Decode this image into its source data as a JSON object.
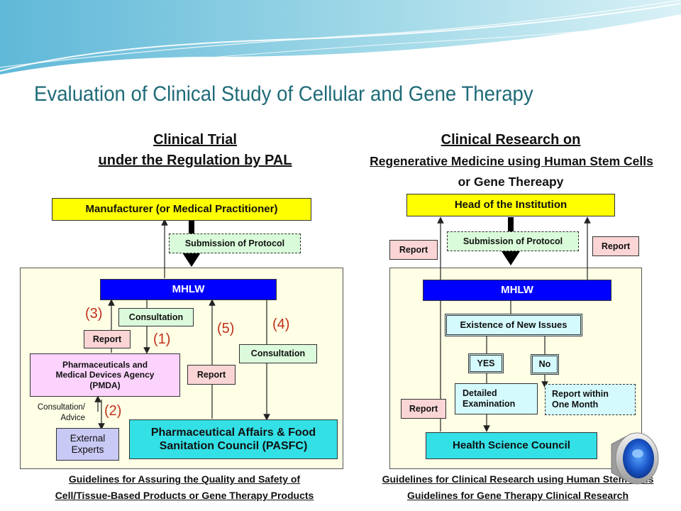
{
  "slide_title": "Evaluation of Clinical Study of Cellular and Gene Therapy",
  "left": {
    "heading_line1": "Clinical Trial",
    "heading_line2": "under the Regulation by PAL",
    "manufacturer": "Manufacturer (or Medical Practitioner)",
    "submission": "Submission of Protocol",
    "mhlw": "MHLW",
    "consultation_top": "Consultation",
    "consultation_right": "Consultation",
    "report_pmda": "Report",
    "report_pasfc": "Report",
    "pmda_line1": "Pharmaceuticals and",
    "pmda_line2": "Medical Devices Agency",
    "pmda_line3": "(PMDA)",
    "consultation_advice_line1": "Consultation/",
    "consultation_advice_line2": "Advice",
    "external_line1": "External",
    "external_line2": "Experts",
    "pasfc_line1": "Pharmaceutical Affairs & Food",
    "pasfc_line2": "Sanitation Council (PASFC)",
    "num1": "(1)",
    "num2": "(2)",
    "num3": "(3)",
    "num4": "(4)",
    "num5": "(5)",
    "footer_line1": "Guidelines for Assuring the Quality and Safety of",
    "footer_line2": "Cell/Tissue-Based Products or Gene Therapy Products"
  },
  "right": {
    "heading_line1": "Clinical Research on",
    "heading_line2": "Regenerative Medicine using Human Stem Cells",
    "heading_line3": "or Gene Thereapy",
    "head_institution": "Head of the Institution",
    "submission": "Submission of Protocol",
    "report_left": "Report",
    "report_right": "Report",
    "report_lower": "Report",
    "mhlw": "MHLW",
    "new_issues": "Existence of New Issues",
    "yes": "YES",
    "no": "No",
    "detailed_line1": "Detailed",
    "detailed_line2": "Examination",
    "within_line1": "Report within",
    "within_line2": "One Month",
    "hsc": "Health Science Council",
    "footer_line1": "Guidelines for Clinical Research using Human Stem Cells",
    "footer_line2": "Guidelines for Gene Therapy Clinical Research"
  },
  "colors": {
    "title": "#1f6b78",
    "yellow": "#ffff00",
    "mhlw_blue": "#0000ff",
    "report_pink": "#fbd5d5",
    "consult_green": "#d9fbd9",
    "council_cyan": "#33e0e6",
    "pmda_violet": "#fcd3fc",
    "number_red": "#c0301a"
  },
  "icons": {
    "speaker": "speaker-icon"
  }
}
